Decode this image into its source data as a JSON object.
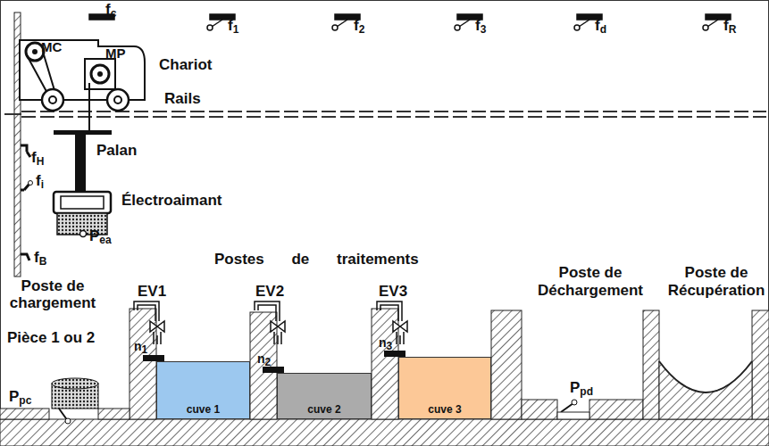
{
  "diagram": {
    "nodes": [
      {
        "text": [
          "cuve 1"
        ]
      },
      {
        "text": [
          "cuve 2"
        ]
      },
      {
        "text": [
          "cuve 3"
        ]
      }
    ],
    "labels": [
      "fc",
      "f1",
      "f2",
      "f3",
      "fd",
      "fR",
      "MC",
      "MP",
      "Chariot",
      "Rails",
      "fH",
      "Palan",
      "fi",
      "Électroaimant",
      "Pea",
      "fB",
      "Postes de traitements",
      "Poste de chargement",
      "EV1",
      "EV2",
      "EV3",
      "n1",
      "n2",
      "n3",
      "Poste de Déchargement",
      "Poste de Récupération",
      "Pièce 1 ou 2",
      "Ppc",
      "Ppd"
    ]
  }
}
